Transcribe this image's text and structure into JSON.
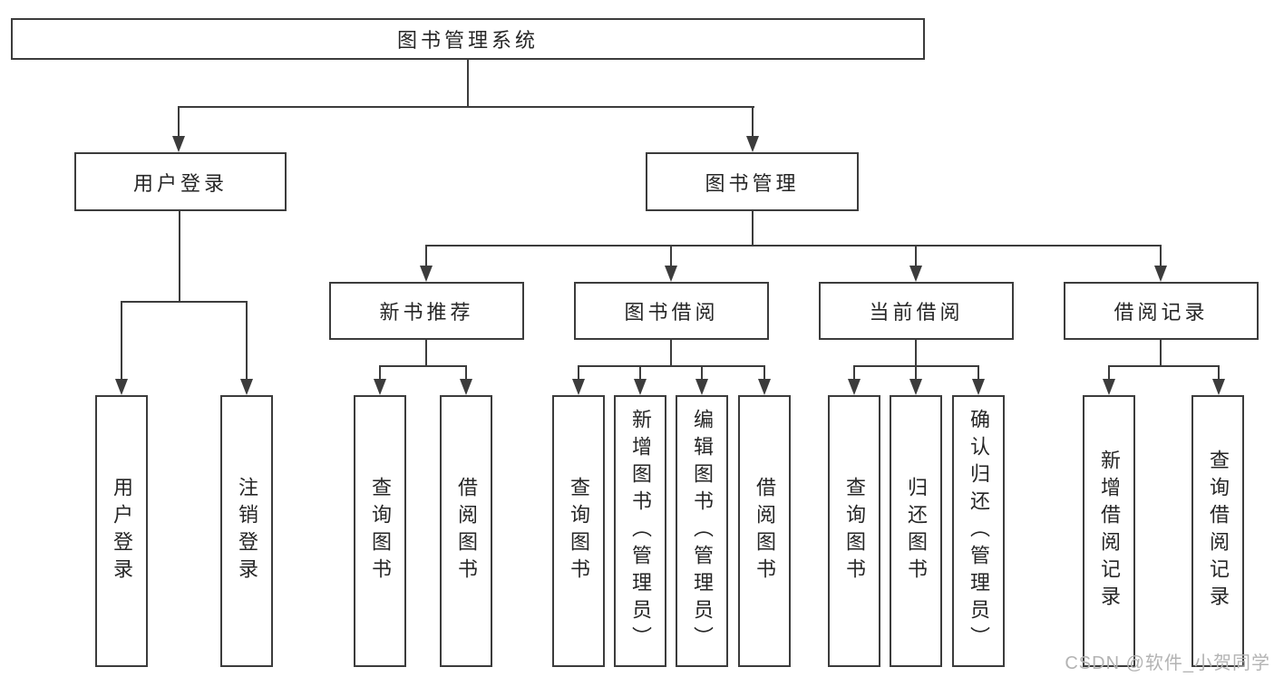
{
  "diagram": {
    "root": "图书管理系统",
    "level2": {
      "user_login": "用户登录",
      "book_mgmt": "图书管理"
    },
    "level3": {
      "new_book": "新书推荐",
      "book_borrow": "图书借阅",
      "current_borrow": "当前借阅",
      "borrow_record": "借阅记录"
    },
    "leaves": {
      "user_login_1": "用户登录",
      "user_login_2": "注销登录",
      "new_book_1": "查询图书",
      "new_book_2": "借阅图书",
      "borrow_1": "查询图书",
      "borrow_2": "新增图书（管理员）",
      "borrow_3": "编辑图书（管理员）",
      "borrow_4": "借阅图书",
      "current_1": "查询图书",
      "current_2": "归还图书",
      "current_3": "确认归还（管理员）",
      "record_1": "新增借阅记录",
      "record_2": "查询借阅记录"
    },
    "watermark": "CSDN @软件_小贺同学",
    "colors": {
      "line": "#3c3c3c",
      "text": "#262626",
      "watermark": "#b3b3b3",
      "background": "#ffffff"
    }
  }
}
